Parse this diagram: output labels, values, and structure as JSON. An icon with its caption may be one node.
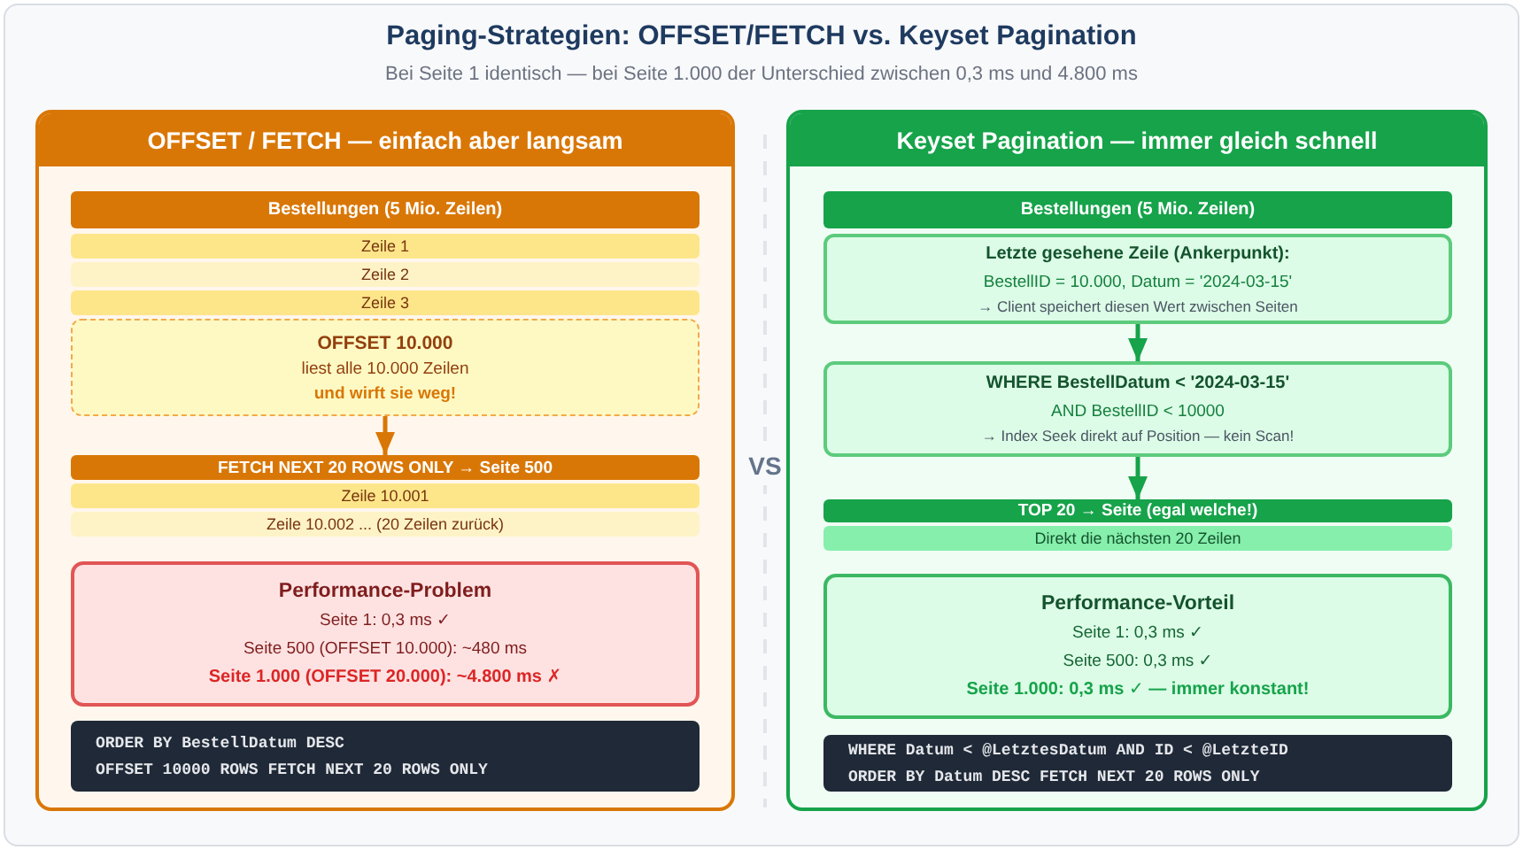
{
  "diagram": {
    "title": "Paging-Strategien: OFFSET/FETCH vs. Keyset Pagination",
    "nodes": [
      {
        "text": [
          "OFFSET / FETCH — einfach aber langsam"
        ]
      },
      {
        "text": [
          "Bestellungen (5 Mio. Zeilen)"
        ],
        "in": 0
      },
      {
        "text": [
          "Zeile 1"
        ],
        "in": 0
      },
      {
        "text": [
          "Zeile 2"
        ],
        "in": 0
      },
      {
        "text": [
          "Zeile 3"
        ],
        "in": 0
      },
      {
        "text": [
          "OFFSET 10.000",
          "liest alle 10.000 Zeilen",
          "und wirft sie weg!"
        ],
        "in": 0
      },
      {
        "text": [
          "FETCH NEXT 20 ROWS ONLY → Seite 500"
        ],
        "in": 0
      },
      {
        "text": [
          "Zeile 10.001"
        ],
        "in": 0
      },
      {
        "text": [
          "Zeile 10.002 ... (20 Zeilen zurück)"
        ],
        "in": 0
      },
      {
        "text": [
          "Performance-Problem",
          "Seite 1: 0,3 ms ✓",
          "Seite 500 (OFFSET 10.000): ~480 ms",
          "Seite 1.000 (OFFSET 20.000): ~4.800 ms ✗"
        ],
        "in": 0
      },
      {
        "text": [
          "ORDER BY BestellDatum DESC",
          "OFFSET 10000 ROWS FETCH NEXT 20 ROWS ONLY"
        ],
        "in": 0
      },
      {
        "text": [
          "Keyset Pagination — immer gleich schnell"
        ]
      },
      {
        "text": [
          "Bestellungen (5 Mio. Zeilen)"
        ],
        "in": 11
      },
      {
        "text": [
          "Letzte gesehene Zeile (Ankerpunkt):",
          "BestellID = 10.000, Datum = '2024-03-15'",
          "→ Client speichert diesen Wert zwischen Seiten"
        ],
        "in": 11
      },
      {
        "text": [
          "WHERE BestellDatum < '2024-03-15'",
          "AND BestellID < 10000",
          "→ Index Seek direkt auf Position — kein Scan!"
        ],
        "in": 11
      },
      {
        "text": [
          "TOP 20 → Seite (egal welche!)"
        ],
        "in": 11
      },
      {
        "text": [
          "Direkt die nächsten 20 Zeilen"
        ],
        "in": 11
      },
      {
        "text": [
          "Performance-Vorteil",
          "Seite 1: 0,3 ms ✓",
          "Seite 500: 0,3 ms ✓",
          "Seite 1.000: 0,3 ms ✓ — immer konstant!"
        ],
        "in": 11
      },
      {
        "text": [
          "WHERE Datum < @LetztesDatum AND ID < @LetzteID",
          "ORDER BY Datum DESC FETCH NEXT 20 ROWS ONLY"
        ],
        "in": 11
      }
    ],
    "edges": [
      {
        "from": 5,
        "to": 6,
        "arrow": "to",
        "color": "#d97706"
      },
      {
        "from": 13,
        "to": 14,
        "arrow": "to"
      },
      {
        "from": 14,
        "to": 15,
        "arrow": "to"
      }
    ],
    "labels": [
      "Bei Seite 1 identisch — bei Seite 1.000 der Unterschied zwischen 0,3 ms und 4.800 ms",
      "VS"
    ]
  }
}
